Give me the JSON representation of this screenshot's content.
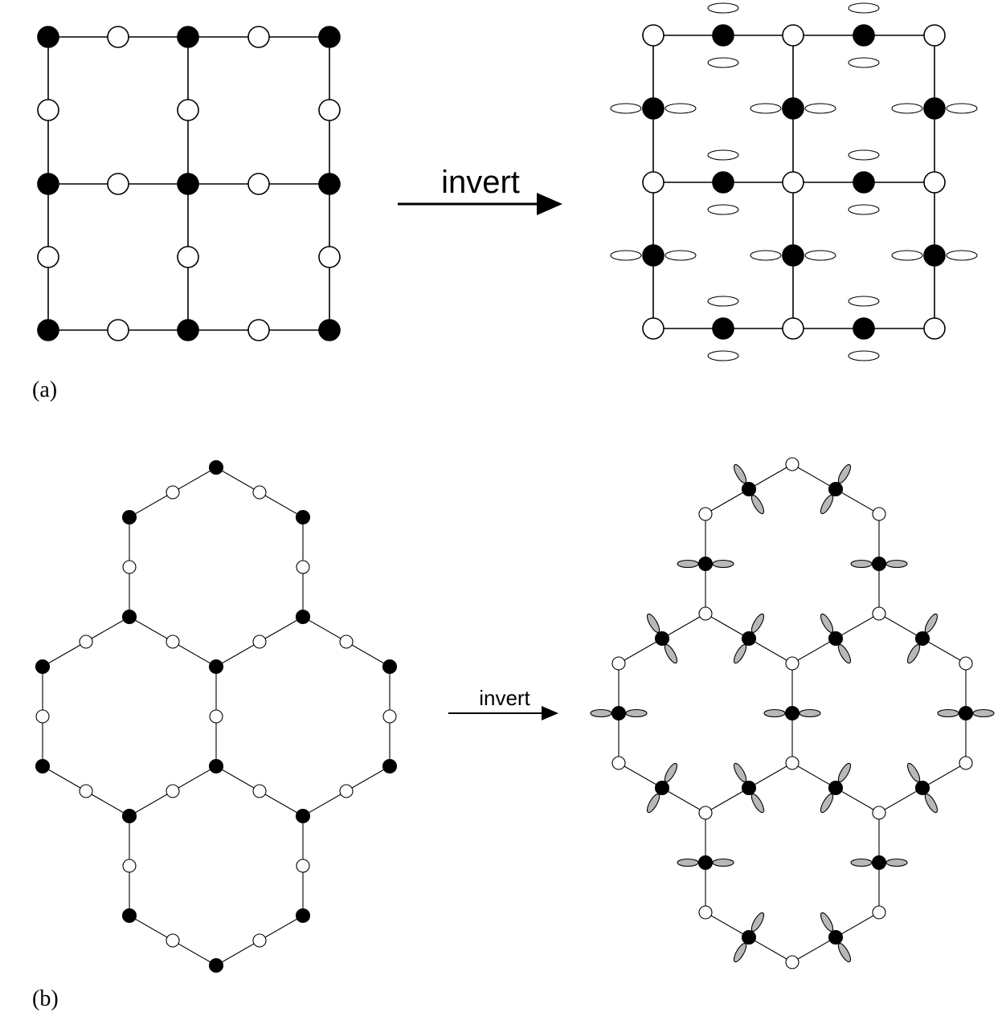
{
  "panels": [
    {
      "id": "a",
      "label": "(a)",
      "arrow_label": "invert"
    },
    {
      "id": "b",
      "label": "(b)",
      "arrow_label": "invert"
    }
  ],
  "colors": {
    "line": "#000000",
    "filled_node": "#000000",
    "open_node": "#ffffff",
    "lobe_square": "#ffffff",
    "lobe_hex": "#b8b8b8"
  }
}
